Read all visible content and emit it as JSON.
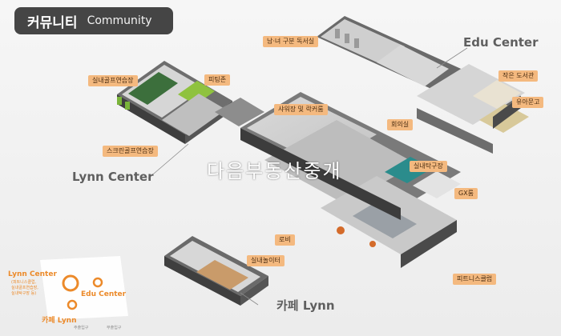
{
  "header": {
    "title_ko": "커뮤니티",
    "title_en": "Community"
  },
  "centers": {
    "edu": "Edu Center",
    "lynn": "Lynn Center",
    "cafe": "카페 Lynn"
  },
  "rooms": {
    "golf_indoor": "실내골프연습장",
    "fitting": "피팅존",
    "screen_golf": "스크린골프연습장",
    "study": "남·녀 구분 독서실",
    "shower": "샤워장 및 락커룸",
    "meeting": "회의실",
    "library": "작은 도서관",
    "nursery": "유아문고",
    "table_tennis": "실내탁구장",
    "gx": "GX룸",
    "lobby": "로비",
    "playground": "실내놀이터",
    "fitness": "피트니스클럽"
  },
  "watermark": "다음부동산중개",
  "minimap": {
    "lynn_title": "Lynn Center",
    "lynn_sub": [
      "(피트니스클럽,",
      "실내골프연습장,",
      "실내탁구장 등)"
    ],
    "edu_title": "Edu Center",
    "cafe_title": "카페 Lynn",
    "entrance_main": "주출입구",
    "entrance_sub": "부출입구"
  },
  "colors": {
    "tag_bg": "#f4b97f",
    "accent": "#ec8a2a",
    "header_bg": "#454545"
  }
}
